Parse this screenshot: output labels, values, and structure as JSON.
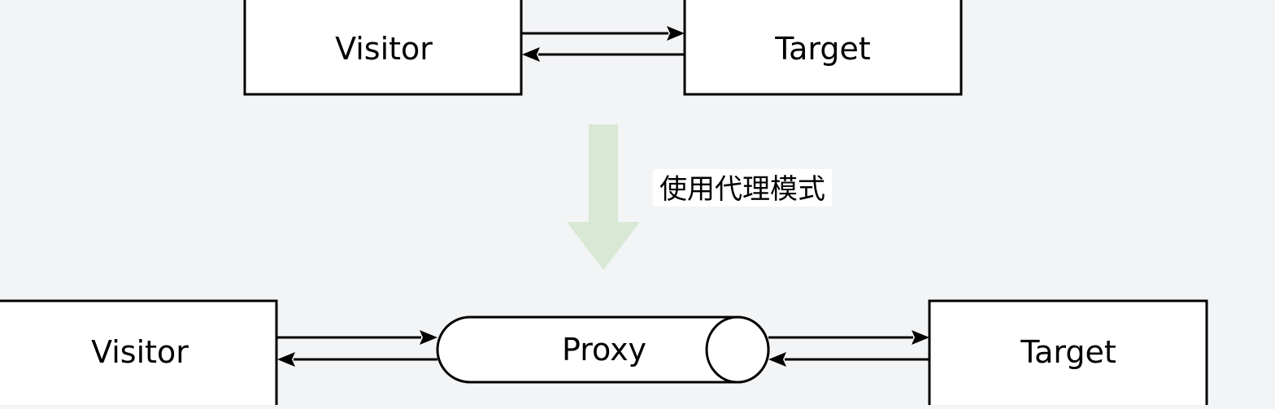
{
  "diagram": {
    "top": {
      "visitor_label": "Visitor",
      "target_label": "Target"
    },
    "transform": {
      "caption": "使用代理模式"
    },
    "bottom": {
      "visitor_label": "Visitor",
      "proxy_label": "Proxy",
      "target_label": "Target"
    }
  },
  "colors": {
    "background": "#f3f4f6",
    "box_fill": "#ffffff",
    "stroke": "#000000",
    "transform_arrow": "#d8e8d4"
  }
}
